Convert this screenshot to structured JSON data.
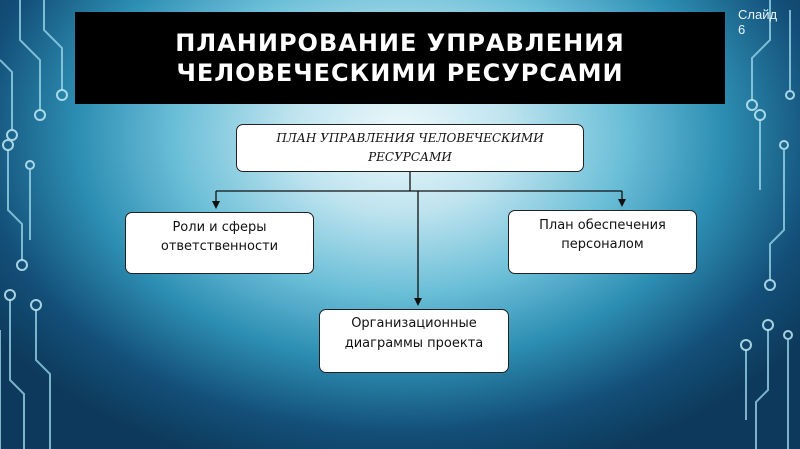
{
  "slide": {
    "title": "ПЛАНИРОВАНИЕ УПРАВЛЕНИЯ ЧЕЛОВЕЧЕСКИМИ РЕСУРСАМИ",
    "slide_number": "Слайд 6"
  },
  "diagram": {
    "root": {
      "label": "ПЛАН УПРАВЛЕНИЯ ЧЕЛОВЕЧЕСКИМИ РЕСУРСАМИ"
    },
    "children": [
      {
        "label": "Роли и сферы\nответственности"
      },
      {
        "label": "План обеспечения\nперсоналом"
      },
      {
        "label": "Организационные\nдиаграммы проекта"
      }
    ]
  },
  "colors": {
    "title_background": "#000000",
    "title_text": "#ffffff",
    "box_background": "#ffffff",
    "box_border": "#222222",
    "circuit_lines": "#8fd3e8"
  }
}
